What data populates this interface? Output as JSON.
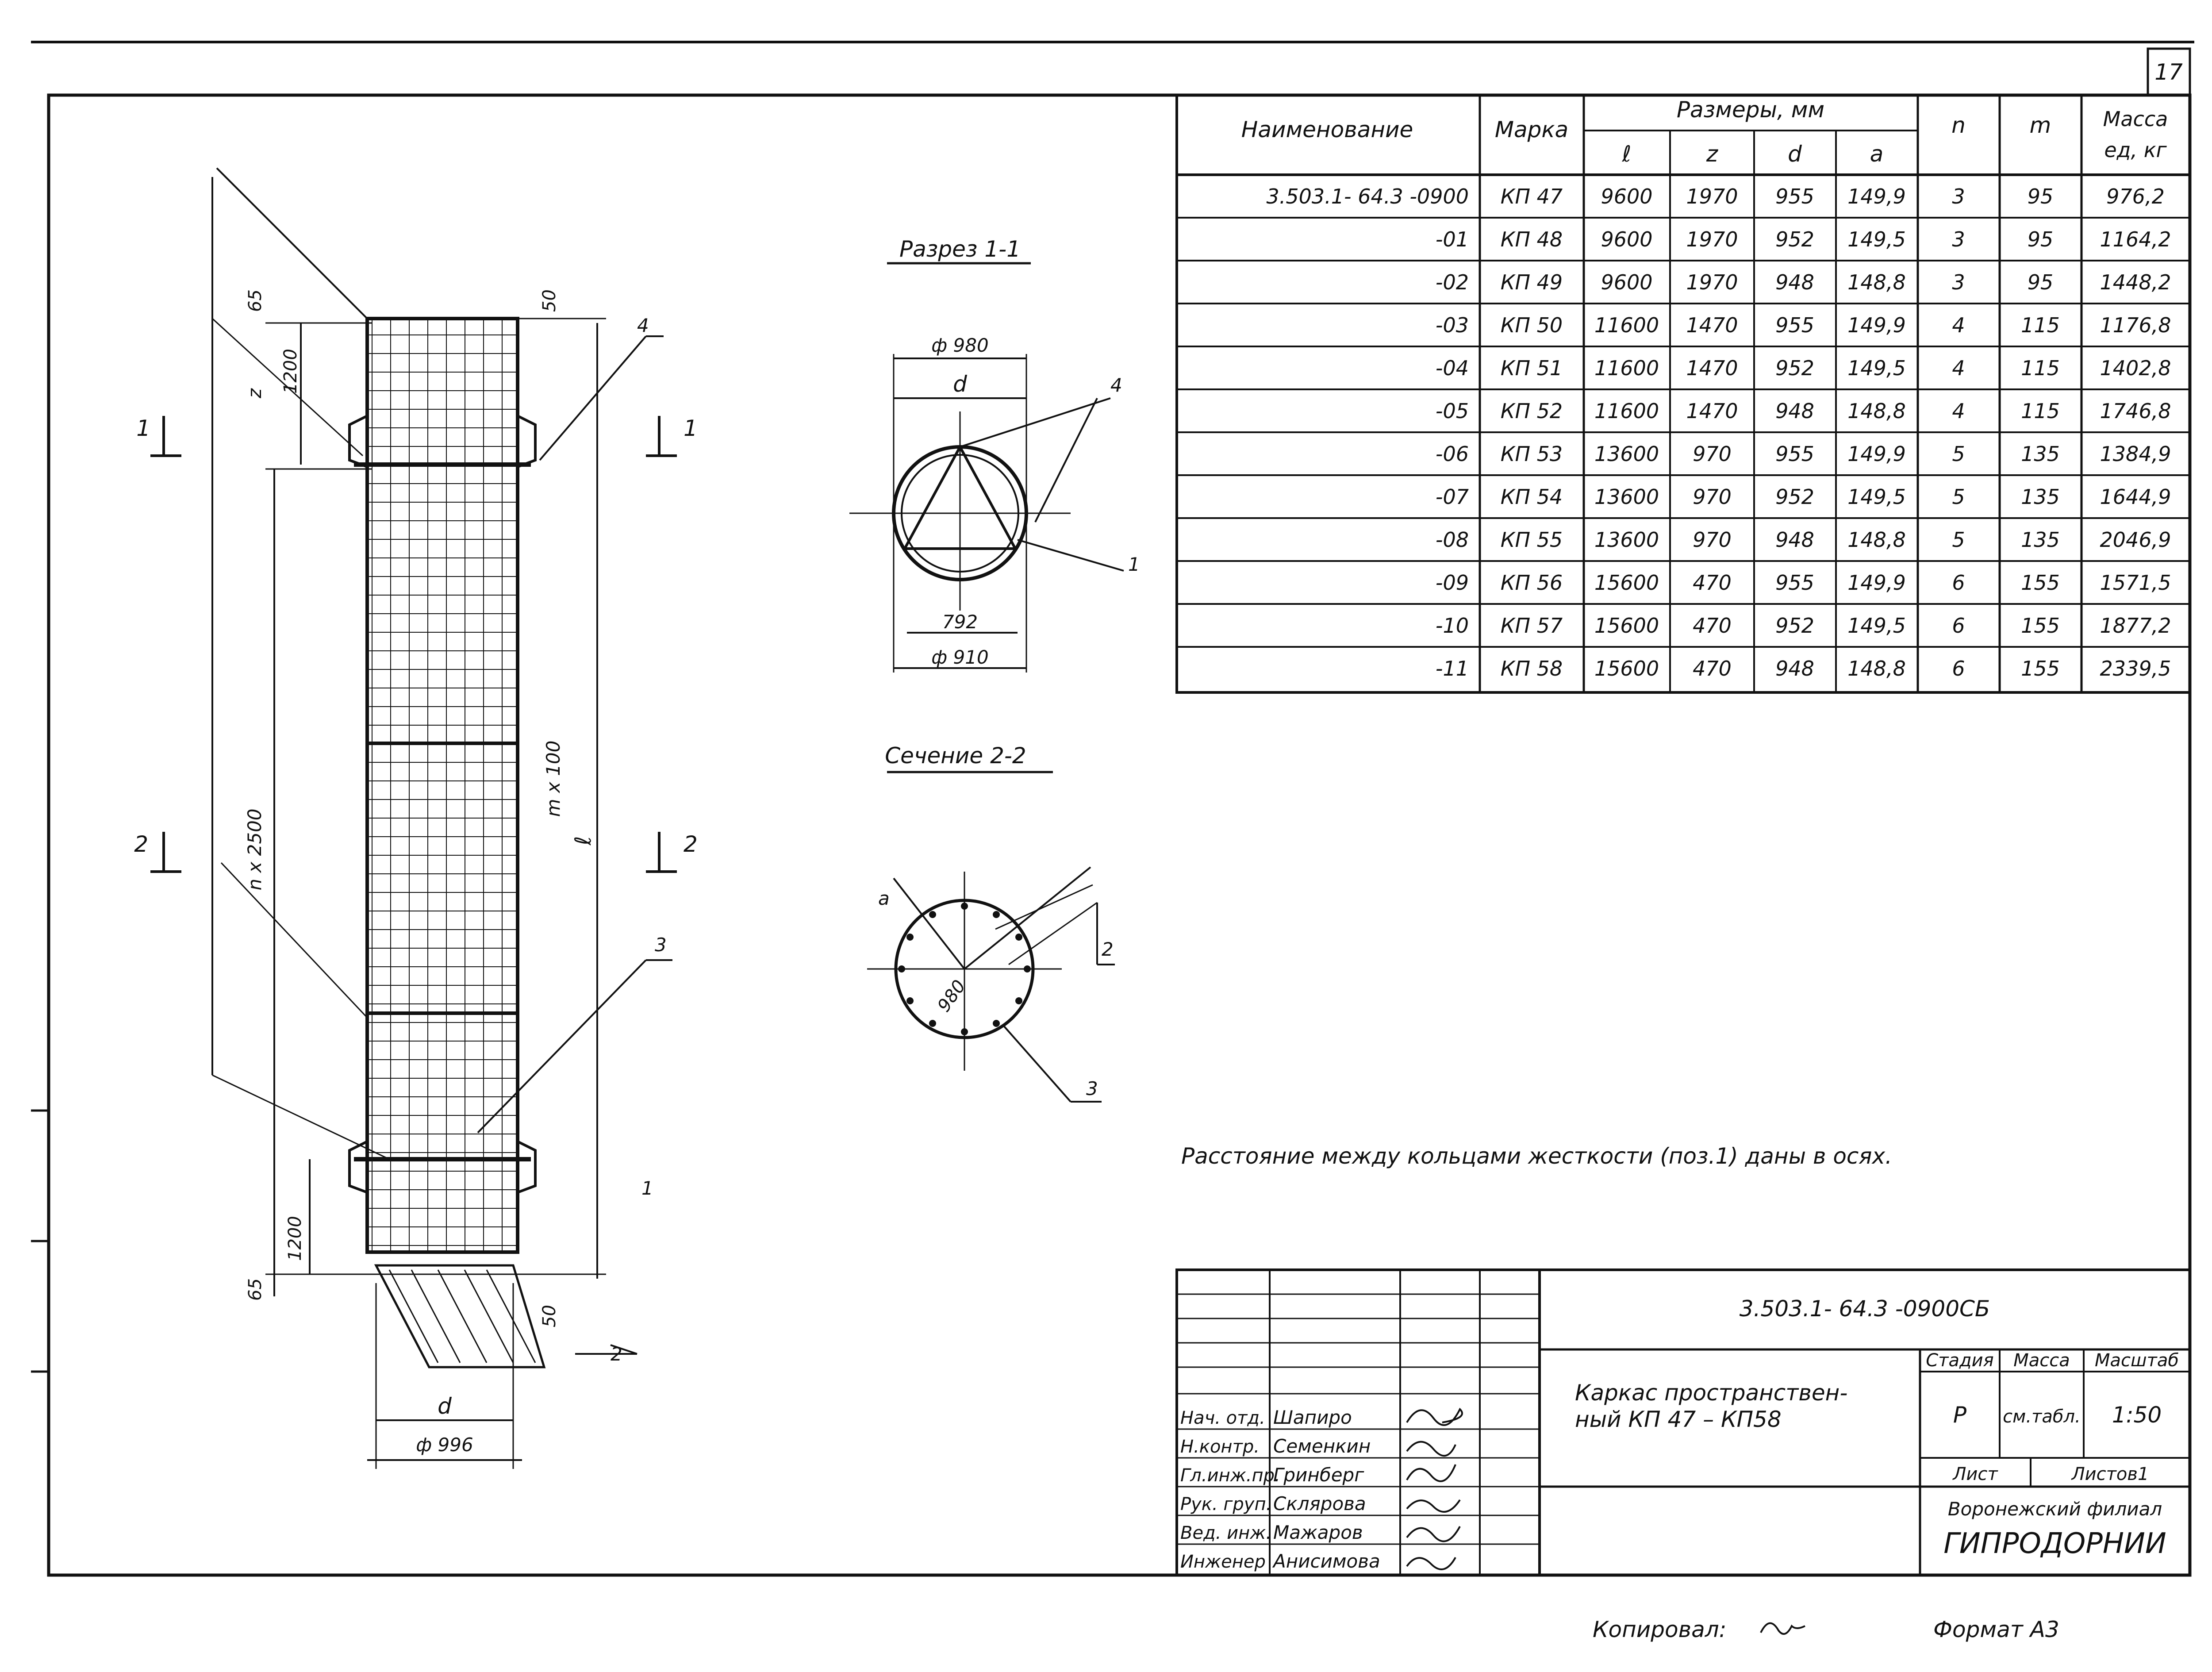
{
  "page_number": "17",
  "spec_table": {
    "headers": {
      "name": "Наименование",
      "mark": "Марка",
      "dimensions": "Размеры, мм",
      "l": "ℓ",
      "z": "z",
      "d": "d",
      "a": "a",
      "n": "n",
      "m": "m",
      "mass_line1": "Масса",
      "mass_line2": "ед, кг"
    },
    "rows": [
      {
        "name": "3.503.1- 64.3 -0900",
        "mark": "КП 47",
        "l": "9600",
        "z": "1970",
        "d": "955",
        "a": "149,9",
        "n": "3",
        "m": "95",
        "mass": "976,2"
      },
      {
        "name": "-01",
        "mark": "КП 48",
        "l": "9600",
        "z": "1970",
        "d": "952",
        "a": "149,5",
        "n": "3",
        "m": "95",
        "mass": "1164,2"
      },
      {
        "name": "-02",
        "mark": "КП 49",
        "l": "9600",
        "z": "1970",
        "d": "948",
        "a": "148,8",
        "n": "3",
        "m": "95",
        "mass": "1448,2"
      },
      {
        "name": "-03",
        "mark": "КП 50",
        "l": "11600",
        "z": "1470",
        "d": "955",
        "a": "149,9",
        "n": "4",
        "m": "115",
        "mass": "1176,8"
      },
      {
        "name": "-04",
        "mark": "КП 51",
        "l": "11600",
        "z": "1470",
        "d": "952",
        "a": "149,5",
        "n": "4",
        "m": "115",
        "mass": "1402,8"
      },
      {
        "name": "-05",
        "mark": "КП 52",
        "l": "11600",
        "z": "1470",
        "d": "948",
        "a": "148,8",
        "n": "4",
        "m": "115",
        "mass": "1746,8"
      },
      {
        "name": "-06",
        "mark": "КП 53",
        "l": "13600",
        "z": "970",
        "d": "955",
        "a": "149,9",
        "n": "5",
        "m": "135",
        "mass": "1384,9"
      },
      {
        "name": "-07",
        "mark": "КП 54",
        "l": "13600",
        "z": "970",
        "d": "952",
        "a": "149,5",
        "n": "5",
        "m": "135",
        "mass": "1644,9"
      },
      {
        "name": "-08",
        "mark": "КП 55",
        "l": "13600",
        "z": "970",
        "d": "948",
        "a": "148,8",
        "n": "5",
        "m": "135",
        "mass": "2046,9"
      },
      {
        "name": "-09",
        "mark": "КП 56",
        "l": "15600",
        "z": "470",
        "d": "955",
        "a": "149,9",
        "n": "6",
        "m": "155",
        "mass": "1571,5"
      },
      {
        "name": "-10",
        "mark": "КП 57",
        "l": "15600",
        "z": "470",
        "d": "952",
        "a": "149,5",
        "n": "6",
        "m": "155",
        "mass": "1877,2"
      },
      {
        "name": "-11",
        "mark": "КП 58",
        "l": "15600",
        "z": "470",
        "d": "948",
        "a": "148,8",
        "n": "6",
        "m": "155",
        "mass": "2339,5"
      }
    ]
  },
  "cage": {
    "section_marks": {
      "s1": "1",
      "s2": "2"
    },
    "dims": {
      "d65": "65",
      "d50": "50",
      "d1200": "1200",
      "z": "z",
      "n2500": "n x 2500",
      "m100": "m x 100",
      "l": "ℓ",
      "d": "d",
      "phi996": "ф 996"
    },
    "callouts": {
      "c1": "1",
      "c2": "2",
      "c3": "3",
      "c4": "4"
    }
  },
  "section_1": {
    "title": "Разрез 1-1",
    "phi980": "ф 980",
    "d": "d",
    "dim792": "792",
    "phi910": "ф 910",
    "callout4": "4",
    "callout1": "1"
  },
  "section_2": {
    "title": "Сечение 2-2",
    "a": "a",
    "dia980": "980",
    "callout2": "2",
    "callout3": "3"
  },
  "note": "Расстояние между кольцами жесткости (поз.1)  даны в осях.",
  "title_block": {
    "code": "3.503.1- 64.3 -0900СБ",
    "product_line1": "Каркас пространствен-",
    "product_line2": "ный  КП 47  –  КП58",
    "stage_label": "Стадия",
    "mass_label": "Масса",
    "scale_label": "Масштаб",
    "stage": "Р",
    "mass": "см.табл.",
    "scale": "1:50",
    "sheet_label": "Лист",
    "sheets_label": "Листов1",
    "org_line1": "Воронежский филиал",
    "org_line2": "ГИПРОДОРНИИ",
    "staff": [
      {
        "role": "Нач. отд.",
        "name": "Шапиро"
      },
      {
        "role": "Н.контр.",
        "name": "Семенкин"
      },
      {
        "role": "Гл.инж.пр.",
        "name": "Гринберг"
      },
      {
        "role": "Рук. груп.",
        "name": "Склярова"
      },
      {
        "role": "Вед. инж.",
        "name": "Мажаров"
      },
      {
        "role": "Инженер",
        "name": "Анисимова"
      }
    ]
  },
  "footer": {
    "copied": "Копировал:",
    "format": "Формат А3"
  }
}
